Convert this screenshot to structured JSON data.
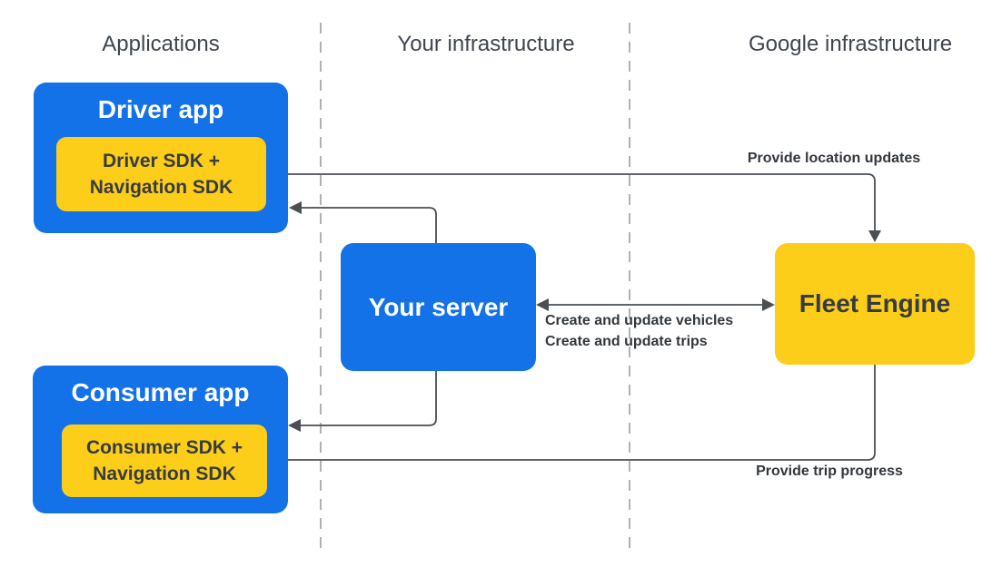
{
  "diagram": {
    "columns": [
      {
        "label": "Applications"
      },
      {
        "label": "Your infrastructure"
      },
      {
        "label": "Google infrastructure"
      }
    ],
    "nodes": {
      "driver_app": {
        "title": "Driver app",
        "sdk_line1": "Driver SDK +",
        "sdk_line2": "Navigation SDK"
      },
      "consumer_app": {
        "title": "Consumer app",
        "sdk_line1": "Consumer SDK +",
        "sdk_line2": "Navigation SDK"
      },
      "your_server": {
        "title": "Your server"
      },
      "fleet_engine": {
        "title": "Fleet Engine"
      }
    },
    "edge_labels": {
      "provide_location_updates": "Provide location updates",
      "create_update_vehicles": "Create and update vehicles",
      "create_update_trips": "Create and update trips",
      "provide_trip_progress": "Provide trip progress"
    },
    "colors": {
      "blue": "#1372e8",
      "yellow": "#fccd19",
      "dark_text": "#373c42",
      "line": "#4a4f55",
      "divider": "#9e9e9e",
      "header_text": "#3f4450"
    }
  }
}
